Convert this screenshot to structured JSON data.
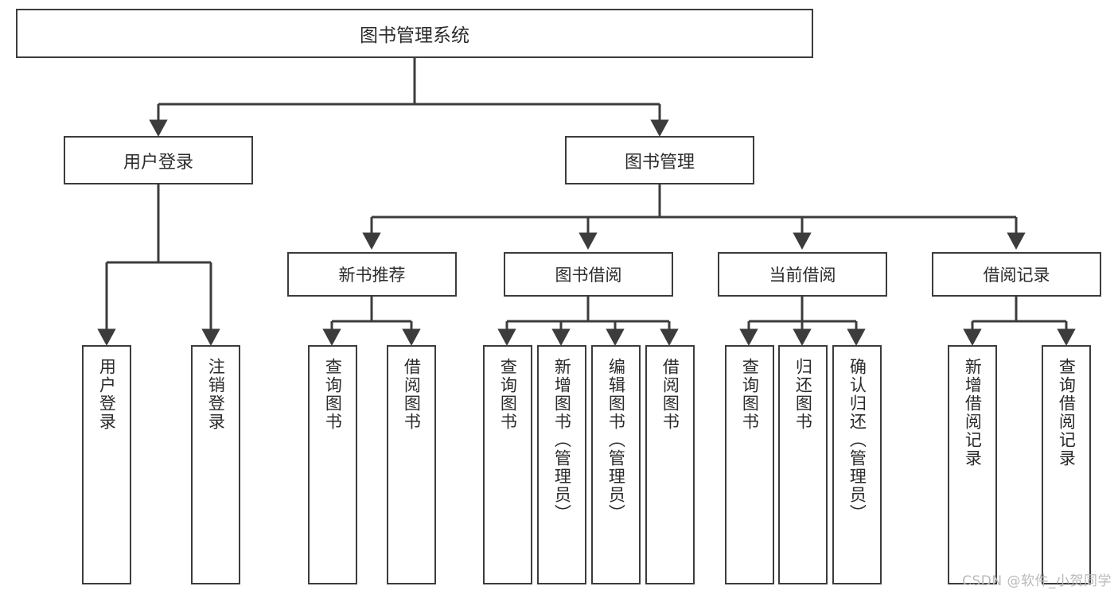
{
  "diagram": {
    "title": "图书管理系统",
    "type": "tree-hierarchy-diagram",
    "colors": {
      "background": "#ffffff",
      "box_border": "#3c3c3c",
      "box_fill": "#ffffff",
      "text": "#2b2b2b",
      "connector": "#3c3c3c",
      "watermark": "#b9b9b9"
    },
    "root": {
      "label": "图书管理系统"
    },
    "level2": [
      {
        "id": "user-login",
        "label": "用户登录"
      },
      {
        "id": "book-management",
        "label": "图书管理"
      }
    ],
    "level3": [
      {
        "id": "new-book-recommend",
        "label": "新书推荐"
      },
      {
        "id": "book-borrow",
        "label": "图书借阅"
      },
      {
        "id": "current-borrow",
        "label": "当前借阅"
      },
      {
        "id": "borrow-record",
        "label": "借阅记录"
      }
    ],
    "leaves": [
      {
        "id": "leaf-user-login",
        "parent": "user-login",
        "label": "用户登录"
      },
      {
        "id": "leaf-user-logout",
        "parent": "user-login",
        "label": "注销登录"
      },
      {
        "id": "leaf-query-book-1",
        "parent": "new-book-recommend",
        "label": "查询图书"
      },
      {
        "id": "leaf-borrow-book-1",
        "parent": "new-book-recommend",
        "label": "借阅图书"
      },
      {
        "id": "leaf-query-book-2",
        "parent": "book-borrow",
        "label": "查询图书"
      },
      {
        "id": "leaf-add-book-admin",
        "parent": "book-borrow",
        "label": "新增图书（管理员）"
      },
      {
        "id": "leaf-edit-book-admin",
        "parent": "book-borrow",
        "label": "编辑图书（管理员）"
      },
      {
        "id": "leaf-borrow-book-2",
        "parent": "book-borrow",
        "label": "借阅图书"
      },
      {
        "id": "leaf-query-book-3",
        "parent": "current-borrow",
        "label": "查询图书"
      },
      {
        "id": "leaf-return-book",
        "parent": "current-borrow",
        "label": "归还图书"
      },
      {
        "id": "leaf-confirm-return-admin",
        "parent": "current-borrow",
        "label": "确认归还（管理员）"
      },
      {
        "id": "leaf-add-borrow-record",
        "parent": "borrow-record",
        "label": "新增借阅记录"
      },
      {
        "id": "leaf-query-borrow-record",
        "parent": "borrow-record",
        "label": "查询借阅记录"
      }
    ]
  },
  "watermark": {
    "text": "CSDN @软件_小贺同学"
  }
}
